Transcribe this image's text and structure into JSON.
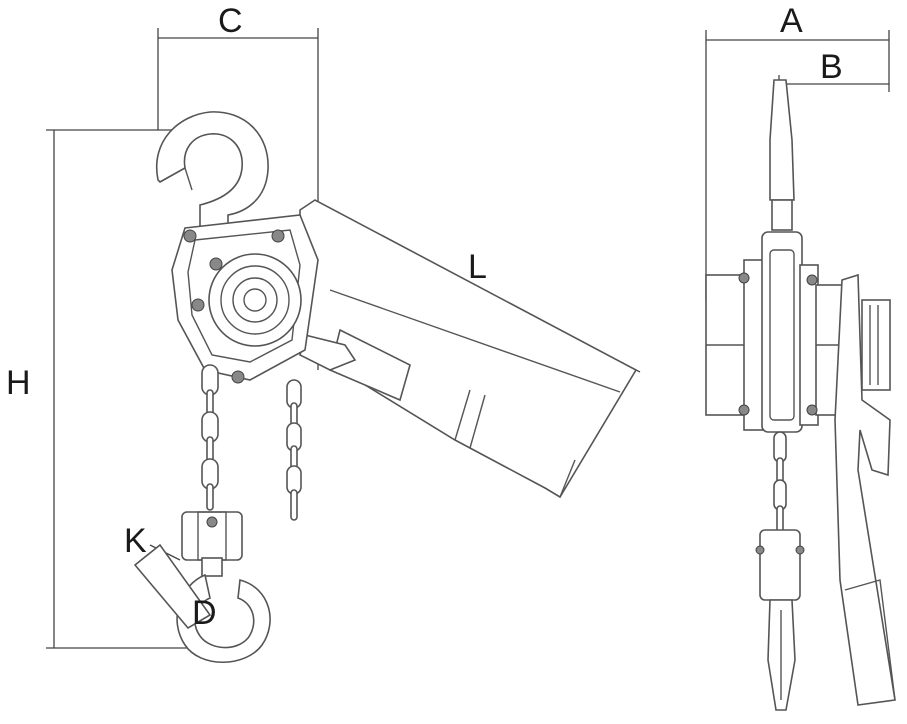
{
  "diagram": {
    "labels": {
      "A": "A",
      "B": "B",
      "C": "C",
      "D": "D",
      "H": "H",
      "K": "K",
      "L": "L"
    },
    "line_color": "#555555",
    "text_color": "#1a1a1a",
    "background": "#ffffff"
  }
}
